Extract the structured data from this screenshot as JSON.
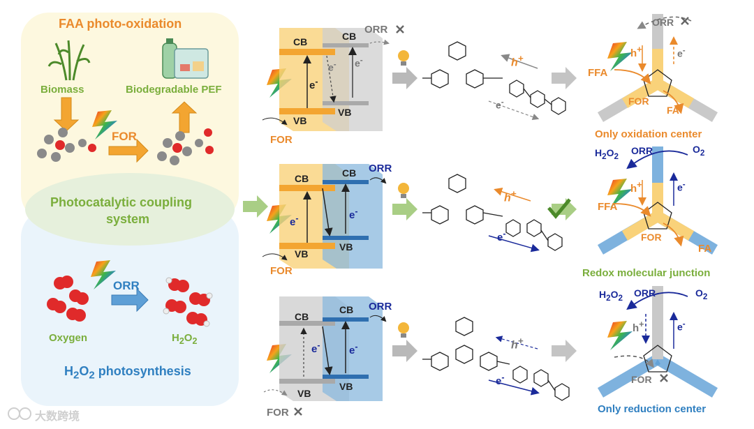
{
  "left_panel": {
    "faa_title": "FAA photo-oxidation",
    "biomass": "Biomass",
    "pef": "Biodegradable PEF",
    "for_label": "FOR",
    "coupling_line1": "Photocatalytic coupling",
    "coupling_line2": "system",
    "orr_label": "ORR",
    "oxygen": "Oxygen",
    "h2o2_prefix": "H",
    "h2o2_sub1": "2",
    "h2o2_mid": "O",
    "h2o2_sub2": "2",
    "h2o2_title_suffix": " photosynthesis"
  },
  "band_labels": {
    "cb": "CB",
    "vb": "VB",
    "electron": "e",
    "minus": "-"
  },
  "rows": [
    {
      "orr": "ORR",
      "for": "FOR",
      "hole": "h",
      "plus": "+",
      "electron": "e",
      "minus": "-",
      "center_label": "Only oxidation center",
      "ffa": "FFA",
      "fa": "FA",
      "for2": "FOR",
      "orr2": "ORR"
    },
    {
      "orr": "ORR",
      "for": "FOR",
      "hole": "h",
      "plus": "+",
      "electron": "e",
      "minus": "-",
      "center_label": "Redox molecular junction",
      "ffa": "FFA",
      "fa": "FA",
      "for2": "FOR",
      "orr2": "ORR",
      "h2o2": "H",
      "o2": "O"
    },
    {
      "orr": "ORR",
      "for": "FOR",
      "hole": "h",
      "plus": "+",
      "electron": "e",
      "minus": "-",
      "center_label": "Only reduction center",
      "for2": "FOR",
      "orr2": "ORR",
      "h2o2": "H",
      "o2": "O"
    }
  ],
  "watermark": "大数跨境",
  "colors": {
    "orange": "#ea8a2c",
    "green": "#7aae3c",
    "blue": "#2f7fc0",
    "navy": "#1a2a9a",
    "yellow_band": "#f9d27a",
    "gray_band": "#cfcfcf",
    "blue_band": "#8ab8de"
  }
}
